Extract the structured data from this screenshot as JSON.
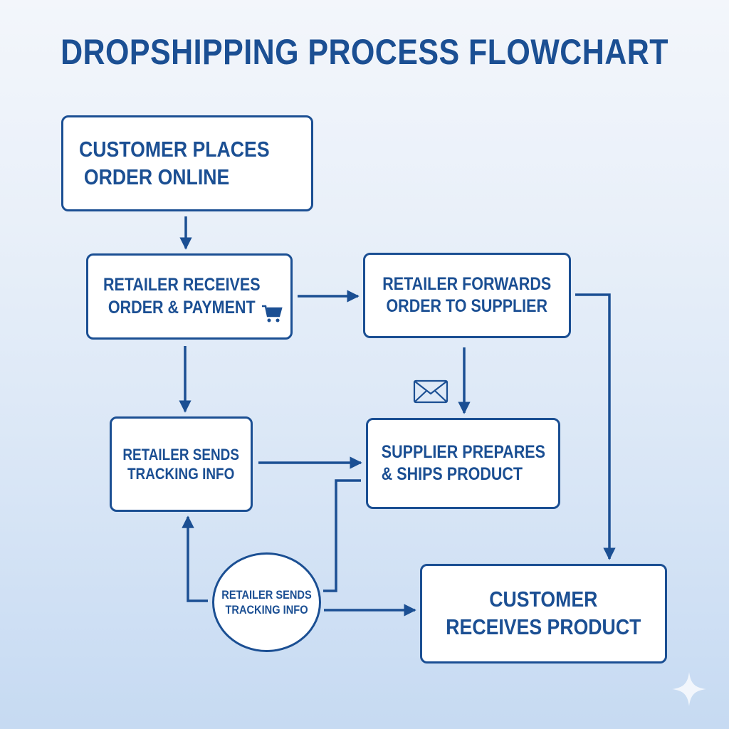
{
  "title": "DROPSHIPPING PROCESS FLOWCHART",
  "colors": {
    "accent": "#1b4f93",
    "node_fill": "#ffffff",
    "background_top": "#f3f6fb",
    "background_bottom": "#c6daf2"
  },
  "nodes": [
    {
      "id": "n1",
      "shape": "rounded-rect",
      "lines": [
        "CUSTOMER PLACES",
        "ORDER ONLINE"
      ]
    },
    {
      "id": "n2",
      "shape": "rounded-rect",
      "lines": [
        "RETAILER RECEIVES",
        "ORDER & PAYMENT"
      ],
      "icon": "shopping-cart-icon"
    },
    {
      "id": "n3",
      "shape": "rounded-rect",
      "lines": [
        "RETAILER FORWARDS",
        "ORDER TO SUPPLIER"
      ]
    },
    {
      "id": "n4",
      "shape": "rounded-rect",
      "lines": [
        "RETAILER SENDS",
        "TRACKING INFO"
      ]
    },
    {
      "id": "n5",
      "shape": "rounded-rect",
      "lines": [
        "SUPPLIER PREPARES",
        "& SHIPS PRODUCT"
      ]
    },
    {
      "id": "n6",
      "shape": "rounded-rect",
      "lines": [
        "CUSTOMER",
        "RECEIVES PRODUCT"
      ]
    },
    {
      "id": "n7",
      "shape": "circle",
      "lines": [
        "RETAILER SENDS",
        "TRACKING INFO"
      ]
    }
  ],
  "edges": [
    {
      "from": "n1",
      "to": "n2"
    },
    {
      "from": "n2",
      "to": "n3"
    },
    {
      "from": "n2",
      "to": "n4"
    },
    {
      "from": "n3",
      "to": "n5",
      "icon": "envelope-icon"
    },
    {
      "from": "n3",
      "to": "n6"
    },
    {
      "from": "n4",
      "to": "n5"
    },
    {
      "from": "n7",
      "to": "n4"
    },
    {
      "from": "n7",
      "to": "n5"
    },
    {
      "from": "n7",
      "to": "n6"
    }
  ]
}
